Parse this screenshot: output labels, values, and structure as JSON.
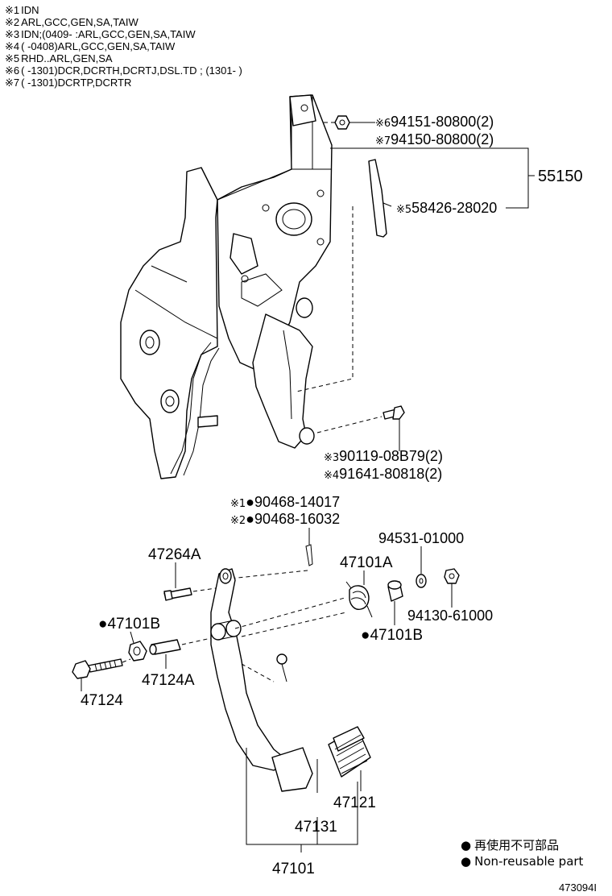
{
  "notes": [
    {
      "mark": "※1",
      "text": "IDN"
    },
    {
      "mark": "※2",
      "text": "ARL,GCC,GEN,SA,TAIW"
    },
    {
      "mark": "※3",
      "text": "IDN;(0409-        :ARL,GCC,GEN,SA,TAIW"
    },
    {
      "mark": "※4",
      "text": "(        -0408)ARL,GCC,GEN,SA,TAIW"
    },
    {
      "mark": "※5",
      "text": "RHD..ARL,GEN,SA"
    },
    {
      "mark": "※6",
      "text": "(        -1301)DCR,DCRTH,DCRTJ,DSL.TD ; (1301-        )"
    },
    {
      "mark": "※7",
      "text": "(        -1301)DCRTP,DCRTR"
    }
  ],
  "callouts": {
    "c94151": {
      "mark": "※6",
      "text": "94151-80800(2)"
    },
    "c94150": {
      "mark": "※7",
      "text": "94150-80800(2)"
    },
    "c55150": {
      "text": "55150"
    },
    "c58426": {
      "mark": "※5",
      "text": "58426-28020"
    },
    "c90119": {
      "mark": "※3",
      "text": "90119-08B79(2)"
    },
    "c91641": {
      "mark": "※4",
      "text": "91641-80818(2)"
    },
    "c90468a": {
      "mark": "※1",
      "dot": "●",
      "text": "90468-14017"
    },
    "c90468b": {
      "mark": "※2",
      "dot": "●",
      "text": "90468-16032"
    },
    "c47264A": {
      "text": "47264A"
    },
    "c94531": {
      "text": "94531-01000"
    },
    "c47101A": {
      "text": "47101A"
    },
    "c94130": {
      "text": "94130-61000"
    },
    "c47101B_left": {
      "dot": "●",
      "text": "47101B"
    },
    "c47101B_right": {
      "dot": "●",
      "text": "47101B"
    },
    "c47124A": {
      "text": "47124A"
    },
    "c47124": {
      "text": "47124"
    },
    "c47121": {
      "text": "47121"
    },
    "c47131": {
      "text": "47131"
    },
    "c47101": {
      "text": "47101"
    }
  },
  "legend": [
    {
      "dot": "●",
      "text": "再使用不可部品"
    },
    {
      "dot": "●",
      "text": "Non-reusable part"
    }
  ],
  "figure_ref": "473094I"
}
